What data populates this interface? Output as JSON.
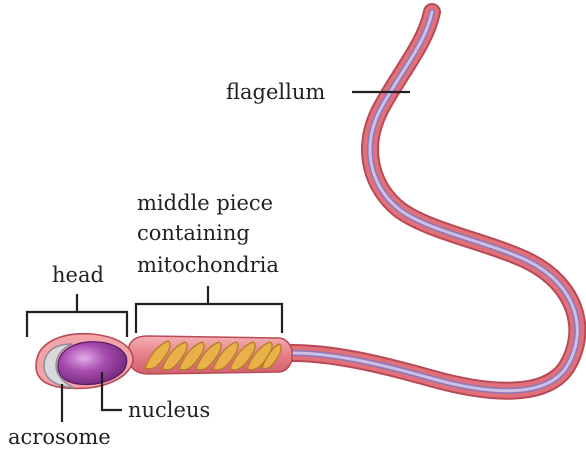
{
  "labels": {
    "flagellum": "flagellum",
    "middle_piece_line1": "middle piece",
    "middle_piece_line2": "containing",
    "middle_piece_line3": "mitochondria",
    "head": "head",
    "nucleus": "nucleus",
    "acrosome": "acrosome"
  },
  "colors": {
    "membrane": "#e0707a",
    "membrane_edge": "#b84a57",
    "head_fill": "#f2a4a8",
    "tail_core": "#b9a6d8",
    "tail_core_edge": "#8b78b8",
    "nucleus": "#9b3fa3",
    "nucleus_highlight": "#d59be0",
    "acrosome": "#d8d8de",
    "mitochondria": "#e9b14a",
    "mitochondria_edge": "#b37e22",
    "text": "#231f20"
  }
}
